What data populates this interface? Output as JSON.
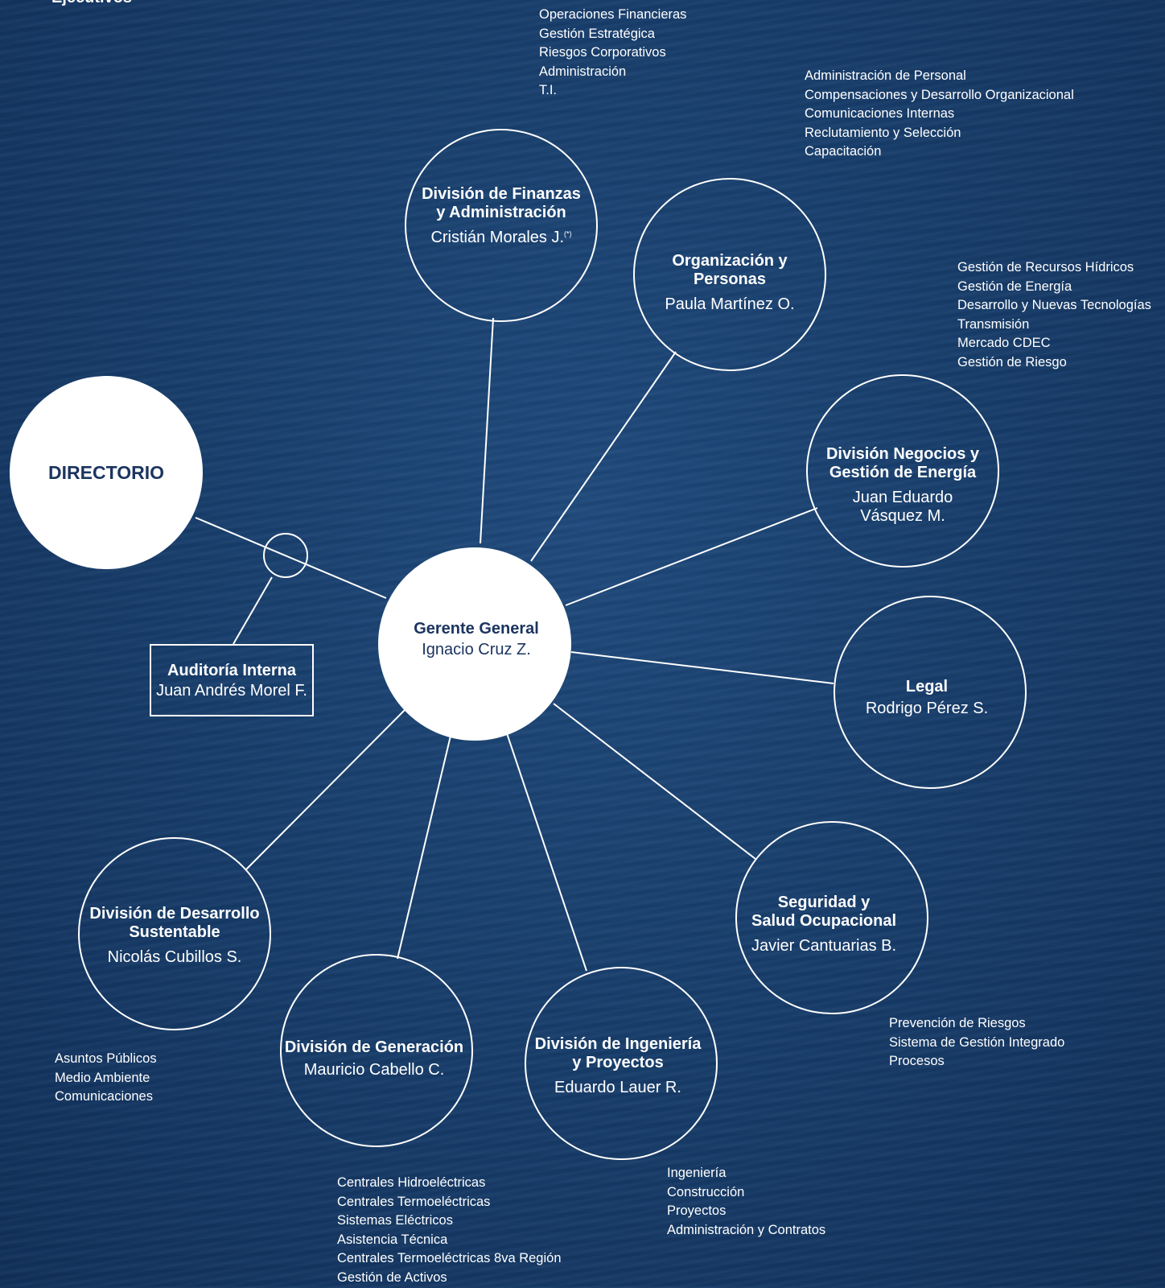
{
  "corner_title": "Ejecutivos",
  "directorio": {
    "title": "DIRECTORIO"
  },
  "center": {
    "title": "Gerente General",
    "person": "Ignacio Cruz Z."
  },
  "audit": {
    "title": "Auditoría Interna",
    "person": "Juan Andrés Morel F."
  },
  "divisions": {
    "finanzas": {
      "title": "División de Finanzas\ny Administración",
      "person": "Cristián Morales J.",
      "note_mark": "(*)"
    },
    "personas": {
      "title": "Organización y\nPersonas",
      "person": "Paula Martínez O."
    },
    "negocios": {
      "title": "División Negocios y\nGestión de Energía",
      "person": "Juan Eduardo\nVásquez M."
    },
    "legal": {
      "title": "Legal",
      "person": "Rodrigo Pérez S."
    },
    "seguridad": {
      "title": "Seguridad y\nSalud Ocupacional",
      "person": "Javier Cantuarias B."
    },
    "ingenieria": {
      "title": "División de Ingeniería\ny Proyectos",
      "person": "Eduardo Lauer R."
    },
    "generacion": {
      "title": "División de Generación",
      "person": "Mauricio Cabello C."
    },
    "sustentable": {
      "title": "División de Desarrollo\nSustentable",
      "person": "Nicolás Cubillos S."
    }
  },
  "topics": {
    "finanzas": [
      "Operaciones Financieras",
      "Gestión Estratégica",
      "Riesgos Corporativos",
      "Administración",
      "T.I."
    ],
    "personas": [
      "Administración de Personal",
      "Compensaciones y Desarrollo Organizacional",
      "Comunicaciones Internas",
      "Reclutamiento y Selección",
      "Capacitación"
    ],
    "negocios": [
      "Gestión de Recursos Hídricos",
      "Gestión de Energía",
      "Desarrollo y Nuevas Tecnologías",
      "Transmisión",
      "Mercado CDEC",
      "Gestión de Riesgo"
    ],
    "seguridad": [
      "Prevención de Riesgos",
      "Sistema de Gestión Integrado",
      "Procesos"
    ],
    "ingenieria": [
      "Ingeniería",
      "Construcción",
      "Proyectos",
      "Administración y Contratos"
    ],
    "generacion": [
      "Centrales Hidroeléctricas",
      "Centrales Termoeléctricas",
      "Sistemas Eléctricos",
      "Asistencia Técnica",
      "Centrales Termoeléctricas 8va Región",
      "Gestión de Activos"
    ],
    "sustentable": [
      "Asuntos Públicos",
      "Medio Ambiente",
      "Comunicaciones"
    ]
  },
  "colors": {
    "background": "#183e6c",
    "line": "#ffffff",
    "dark_text": "#1c3560"
  }
}
